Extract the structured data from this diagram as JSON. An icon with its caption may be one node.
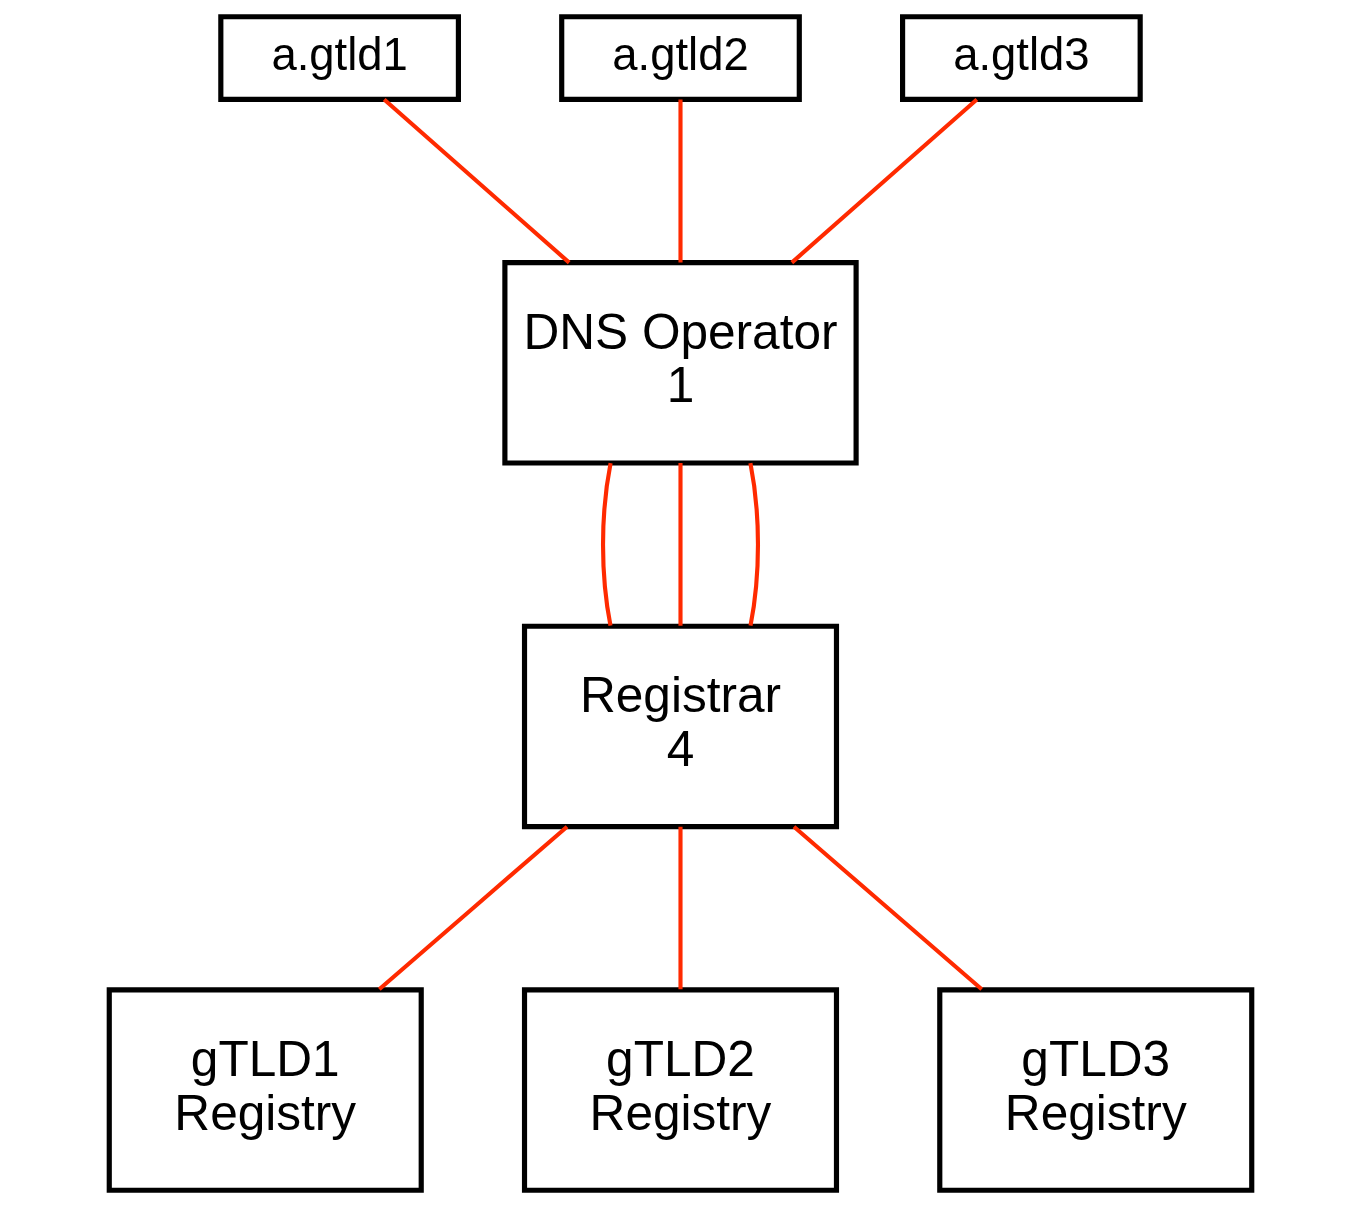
{
  "diagram": {
    "nodes": [
      {
        "text": [
          "a.gtld1"
        ]
      },
      {
        "text": [
          "a.gtld2"
        ]
      },
      {
        "text": [
          "a.gtld3"
        ]
      },
      {
        "text": [
          "DNS Operator 1"
        ]
      },
      {
        "text": [
          "Registrar 4"
        ]
      },
      {
        "text": [
          "gTLD1 Registry"
        ]
      },
      {
        "text": [
          "gTLD2 Registry"
        ]
      },
      {
        "text": [
          "gTLD3 Registry"
        ]
      }
    ],
    "edges": [
      {
        "from": 0,
        "to": 3,
        "arrow": "none"
      },
      {
        "from": 1,
        "to": 3,
        "arrow": "none"
      },
      {
        "from": 2,
        "to": 3,
        "arrow": "none"
      },
      {
        "from": 3,
        "to": 4,
        "arrow": "none"
      },
      {
        "from": 3,
        "to": 4,
        "arrow": "none"
      },
      {
        "from": 3,
        "to": 4,
        "arrow": "none"
      },
      {
        "from": 4,
        "to": 5,
        "arrow": "none"
      },
      {
        "from": 4,
        "to": 6,
        "arrow": "none"
      },
      {
        "from": 4,
        "to": 7,
        "arrow": "none"
      }
    ]
  }
}
